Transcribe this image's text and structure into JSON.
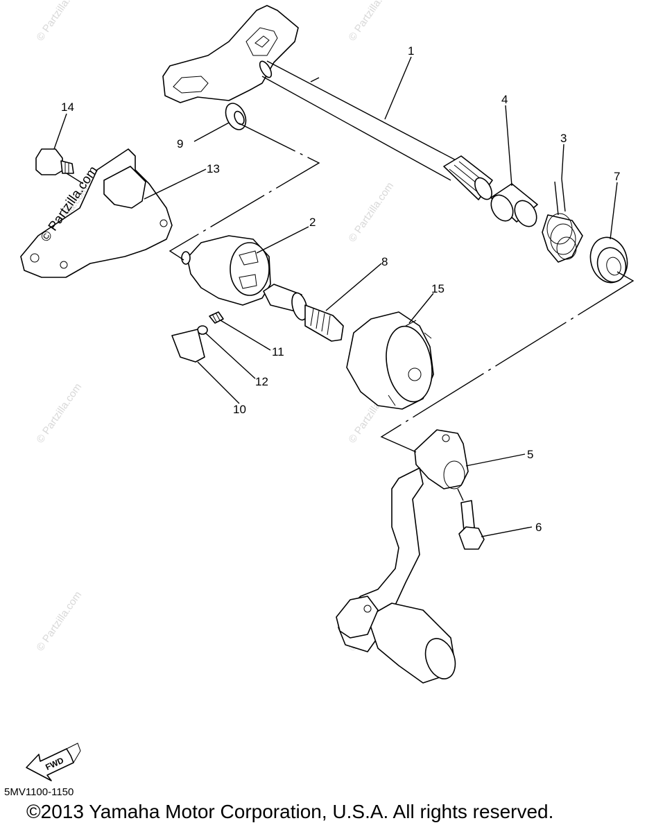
{
  "diagram": {
    "watermark": "© Partzilla.com",
    "part_numbers": [
      "1",
      "2",
      "3",
      "4",
      "5",
      "6",
      "7",
      "8",
      "9",
      "10",
      "11",
      "12",
      "13",
      "14",
      "15"
    ],
    "fwd_label": "FWD",
    "diagram_code": "5MV1100-1150",
    "copyright": "©2013 Yamaha Motor Corporation, U.S.A. All rights reserved."
  }
}
